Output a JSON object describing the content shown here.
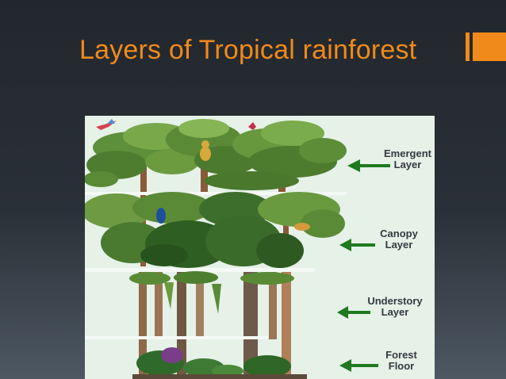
{
  "slide": {
    "title": "Layers of Tropical rainforest",
    "accent_color": "#f08a1a"
  },
  "diagram": {
    "layers": [
      {
        "line1": "Emergent",
        "line2": "Layer"
      },
      {
        "line1": "Canopy",
        "line2": "Layer"
      },
      {
        "line1": "Understory",
        "line2": "Layer"
      },
      {
        "line1": "Forest",
        "line2": "Floor"
      }
    ],
    "arrow_color": "#1f7a1f",
    "illustration": "rainforest-layers-illustration"
  }
}
